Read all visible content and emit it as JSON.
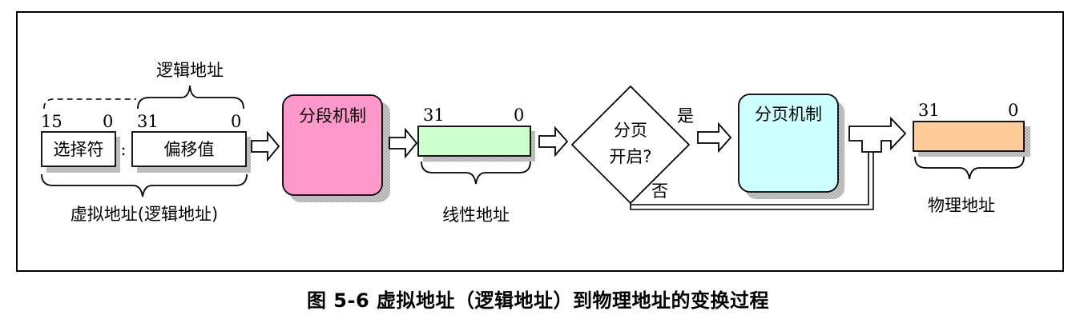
{
  "diagram": {
    "logical_address_label": "逻辑地址",
    "virtual_address_label": "虚拟地址(逻辑地址)",
    "selector": {
      "label": "选择符",
      "bit_high": "15",
      "bit_low": "0"
    },
    "colon": ":",
    "offset": {
      "label": "偏移值",
      "bit_high": "31",
      "bit_low": "0"
    },
    "segmentation": {
      "label": "分段机制"
    },
    "linear": {
      "label": "线性地址",
      "bit_high": "31",
      "bit_low": "0"
    },
    "decision": {
      "line1": "分页",
      "line2": "开启?",
      "yes": "是",
      "no": "否"
    },
    "paging": {
      "label": "分页机制"
    },
    "physical": {
      "label": "物理地址",
      "bit_high": "31",
      "bit_low": "0"
    },
    "colors": {
      "segmentation_fill": "#FF99CC",
      "linear_fill": "#CCFFCC",
      "paging_fill": "#CCFFFF",
      "physical_fill": "#FFCC99",
      "shadow": "#bdbdbd"
    }
  },
  "caption": "图 5-6 虚拟地址（逻辑地址）到物理地址的变换过程"
}
